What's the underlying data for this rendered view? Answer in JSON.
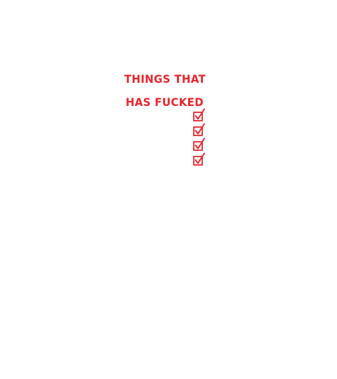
{
  "design": {
    "title_line_1": "THINGS THAT",
    "title_line_2": "HAS FUCKED",
    "checkbox_count": 4,
    "checked": [
      true,
      true,
      true,
      true
    ],
    "accent_color": "#e8262d",
    "background_color": "#ffffff"
  }
}
